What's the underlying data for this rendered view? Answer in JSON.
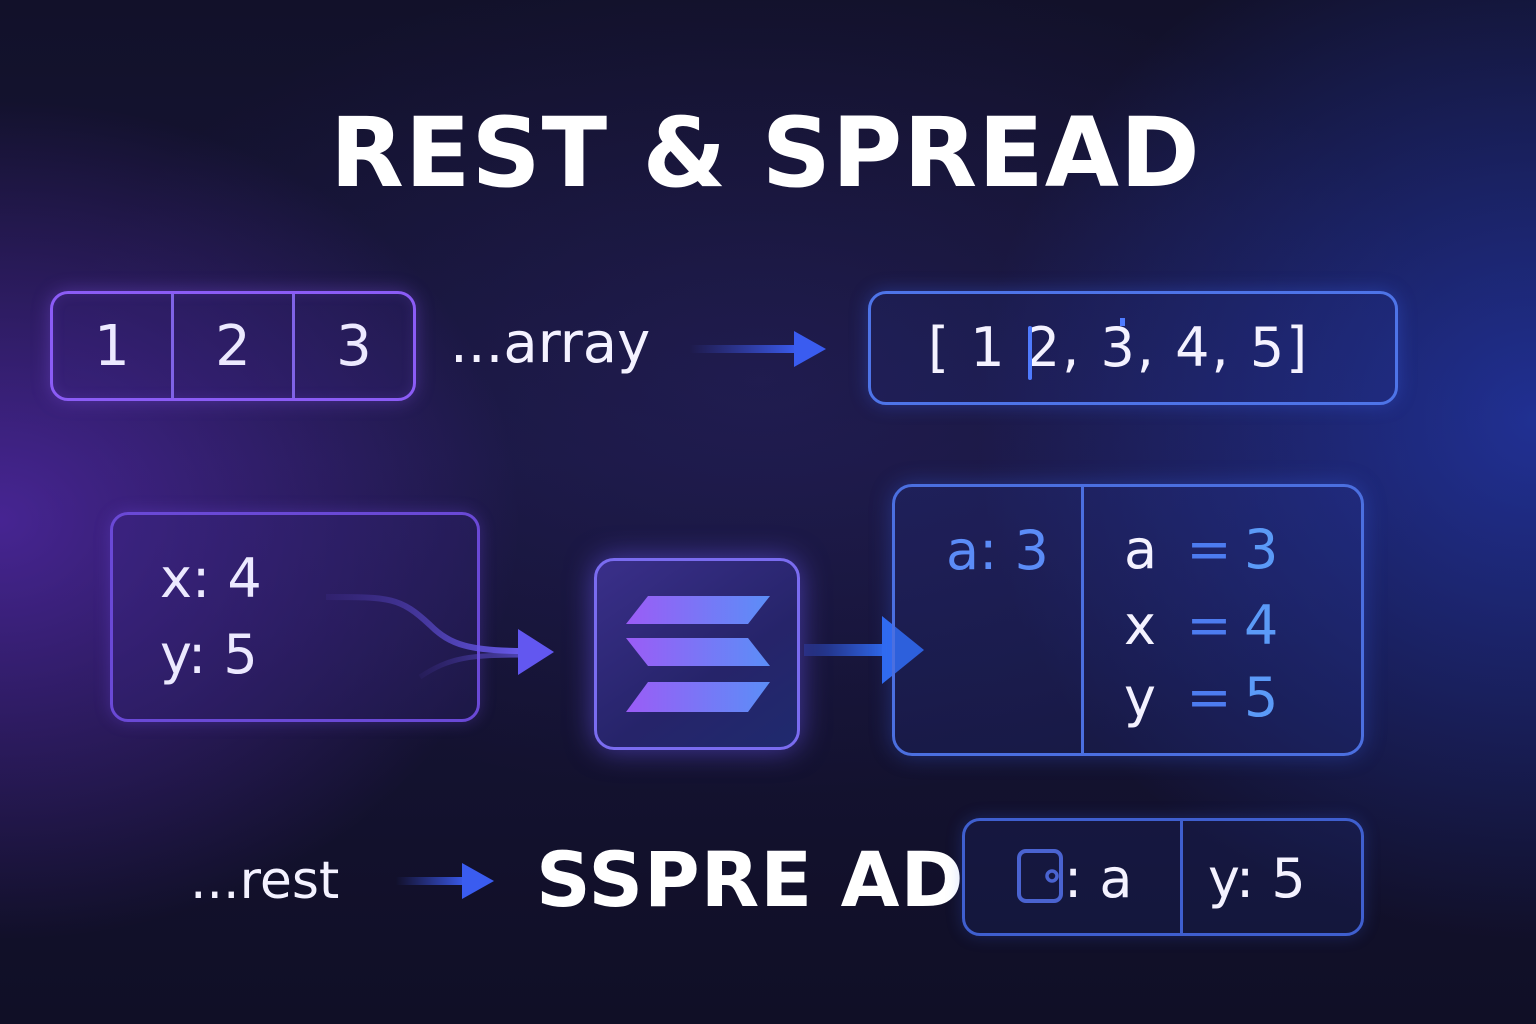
{
  "title": "REST & SPREAD",
  "row1": {
    "cells": [
      "1",
      "2",
      "3"
    ],
    "array_label": "...array",
    "result": "[ 1  2,  3,  4,  5]"
  },
  "row2": {
    "input_lines": [
      "x: 4",
      "y: 5"
    ],
    "result_left": "a: 3",
    "assignments": [
      {
        "var": "a",
        "eq": "=",
        "val": "3"
      },
      {
        "var": "x",
        "eq": "=",
        "val": "4"
      },
      {
        "var": "y",
        "eq": "=",
        "val": "5"
      }
    ],
    "stack_icon": "stacked-layers-icon"
  },
  "row3": {
    "rest_label": "...rest",
    "spread_word": "SSPRE AD",
    "box_left": ": a",
    "box_right": "y: 5",
    "box_icon": "wallet-icon"
  },
  "colors": {
    "purple_accent": "#8b5cf6",
    "blue_accent": "#4b6fe0",
    "value_blue": "#5b9af7"
  }
}
